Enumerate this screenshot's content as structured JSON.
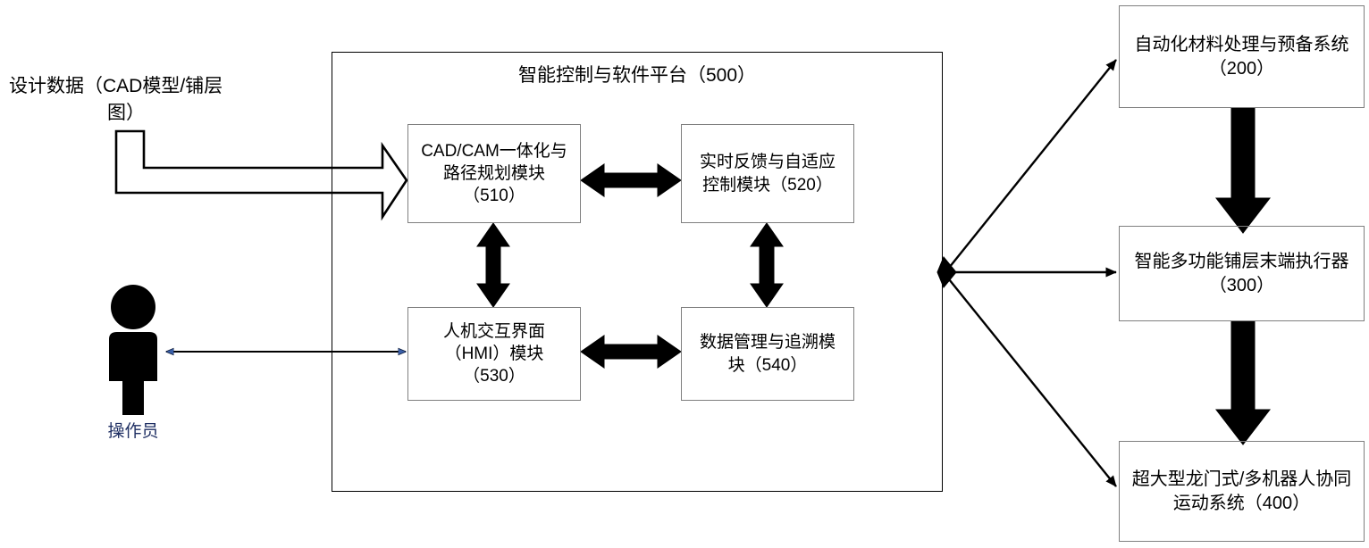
{
  "diagram": {
    "title_hidden": "智能复合材料自动铺层系统架构图",
    "platform": {
      "label": "智能控制与软件平台（500）",
      "modules": [
        {
          "id": "510",
          "label": "CAD/CAM一体化与路径规划模块（510）",
          "lines": [
            "CAD/CAM一体化与",
            "路径规划模块",
            "（510）"
          ]
        },
        {
          "id": "520",
          "label": "实时反馈与自适应控制模块（520）",
          "lines": [
            "实时反馈与自适应",
            "控制模块（520）"
          ]
        },
        {
          "id": "530",
          "label": "人机交互界面（HMI）模块（530）",
          "lines": [
            "人机交互界面",
            "（HMI）模块",
            "（530）"
          ]
        },
        {
          "id": "540",
          "label": "数据管理与追溯模块（540）",
          "lines": [
            "数据管理与追溯模",
            "块（540）"
          ]
        }
      ]
    },
    "inputs": {
      "design_data": {
        "label": "设计数据（CAD模型/铺层图）",
        "lines": [
          "设计数据（CAD模型/铺层",
          "图）"
        ]
      }
    },
    "actor": {
      "label": "操作员",
      "icon": "person-icon",
      "color": "#1f2f63"
    },
    "subsystems": [
      {
        "id": "200",
        "label": "自动化材料处理与预备系统（200）",
        "lines": [
          "自动化材料处理与预备系统",
          "（200）"
        ]
      },
      {
        "id": "300",
        "label": "智能多功能铺层末端执行器（300）",
        "lines": [
          "智能多功能铺层末端执行器",
          "（300）"
        ]
      },
      {
        "id": "400",
        "label": "超大型龙门式/多机器人协同运动系统（400）",
        "lines": [
          "超大型龙门式/多机器人协同",
          "运动系统（400）"
        ]
      }
    ],
    "connections": [
      {
        "name": "design-data-to-510",
        "style": "hollow-block-arrow",
        "from": "设计数据（CAD模型/铺层图）",
        "to": "CAD/CAM一体化与路径规划模块（510）",
        "direction": "one-way"
      },
      {
        "name": "hmi-to-operator",
        "style": "thin-line-blue-head",
        "from": "人机交互界面（HMI）模块（530）",
        "to": "操作员",
        "direction": "two-way"
      },
      {
        "name": "510-520-link",
        "style": "thick-double-arrow",
        "from": "CAD/CAM一体化与路径规划模块（510）",
        "to": "实时反馈与自适应控制模块（520）",
        "direction": "two-way"
      },
      {
        "name": "530-540-link",
        "style": "thick-double-arrow",
        "from": "人机交互界面（HMI）模块（530）",
        "to": "数据管理与追溯模块（540）",
        "direction": "two-way"
      },
      {
        "name": "510-530-link",
        "style": "thick-double-arrow",
        "from": "CAD/CAM一体化与路径规划模块（510）",
        "to": "人机交互界面（HMI）模块（530）",
        "direction": "two-way"
      },
      {
        "name": "520-540-link",
        "style": "thick-double-arrow",
        "from": "实时反馈与自适应控制模块（520）",
        "to": "数据管理与追溯模块（540）",
        "direction": "two-way"
      },
      {
        "name": "platform-to-200",
        "style": "thin-line-solid-head",
        "from": "智能控制与软件平台（500）",
        "to": "自动化材料处理与预备系统（200）",
        "direction": "one-way"
      },
      {
        "name": "platform-to-300",
        "style": "thin-line-solid-head",
        "from": "智能控制与软件平台（500）",
        "to": "智能多功能铺层末端执行器（300）",
        "direction": "one-way"
      },
      {
        "name": "platform-to-400",
        "style": "thin-line-solid-head",
        "from": "智能控制与软件平台（500）",
        "to": "超大型龙门式/多机器人协同运动系统（400）",
        "direction": "one-way"
      },
      {
        "name": "200-to-300",
        "style": "thick-block-arrow",
        "from": "自动化材料处理与预备系统（200）",
        "to": "智能多功能铺层末端执行器（300）",
        "direction": "one-way"
      },
      {
        "name": "300-to-400",
        "style": "thick-block-arrow",
        "from": "智能多功能铺层末端执行器（300）",
        "to": "超大型龙门式/多机器人协同运动系统（400）",
        "direction": "one-way"
      }
    ],
    "colors": {
      "stroke": "#000000",
      "box_border": "#7f7f7f",
      "platform_border": "#000000",
      "accent_blue": "#3a5fa8",
      "actor_text": "#1f2f63",
      "background": "#ffffff"
    }
  }
}
